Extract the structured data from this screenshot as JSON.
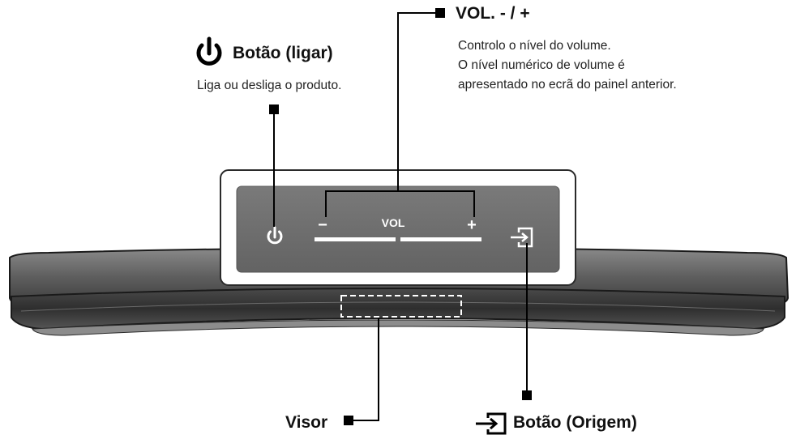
{
  "power": {
    "title": "Botão (ligar)",
    "desc": "Liga ou desliga o produto.",
    "icon": "power-icon"
  },
  "volume": {
    "title": "VOL. - / +",
    "desc_lines": [
      "Controlo o nível do volume.",
      "O nível numérico de volume é",
      "apresentado no ecrã do painel anterior."
    ]
  },
  "panel": {
    "minus": "−",
    "vol": "VOL",
    "plus": "+",
    "power_icon": "power-icon",
    "source_icon": "source-input-icon"
  },
  "display": {
    "title": "Visor"
  },
  "source": {
    "title": "Botão (Origem)",
    "icon": "source-input-icon"
  },
  "colors": {
    "line": "#000000",
    "panel_bg": "#6f6f6f",
    "panel_frame": "#ffffff",
    "bar_top": "#5a5a5a",
    "bar_front": "#3a3a3a"
  }
}
